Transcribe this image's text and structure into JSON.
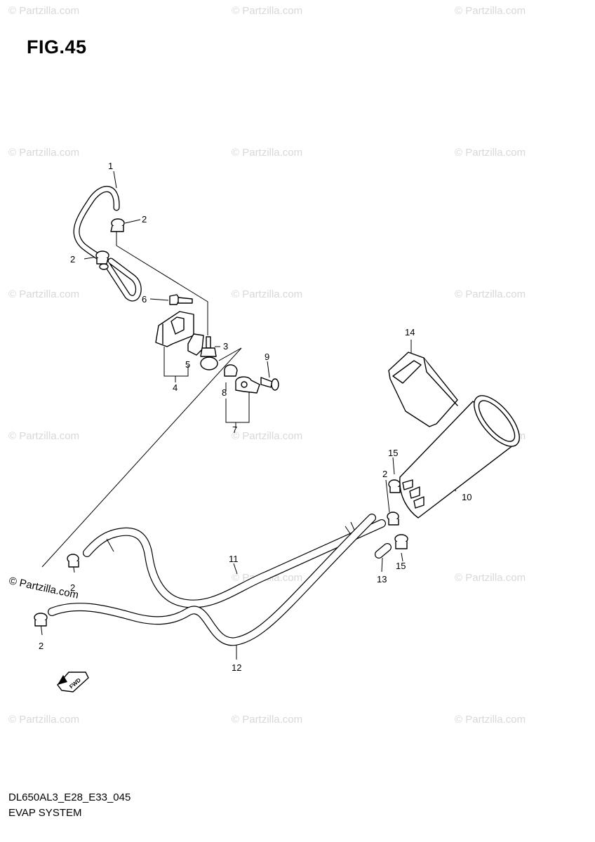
{
  "figure": {
    "title": "FIG.45",
    "model_code": "DL650AL3_E28_E33_045",
    "section_name": "EVAP SYSTEM"
  },
  "watermark": {
    "text": "© Partzilla.com",
    "prominent_text": "© Partzilla.com"
  },
  "direction_arrow": {
    "label": "FWD"
  },
  "callouts": {
    "c1": "1",
    "c2a": "2",
    "c2b": "2",
    "c2c": "2",
    "c2d": "2",
    "c2e": "2",
    "c3": "3",
    "c4": "4",
    "c5": "5",
    "c6": "6",
    "c7": "7",
    "c8": "8",
    "c9": "9",
    "c10": "10",
    "c11": "11",
    "c12": "12",
    "c13": "13",
    "c14": "14",
    "c15a": "15",
    "c15b": "15"
  }
}
